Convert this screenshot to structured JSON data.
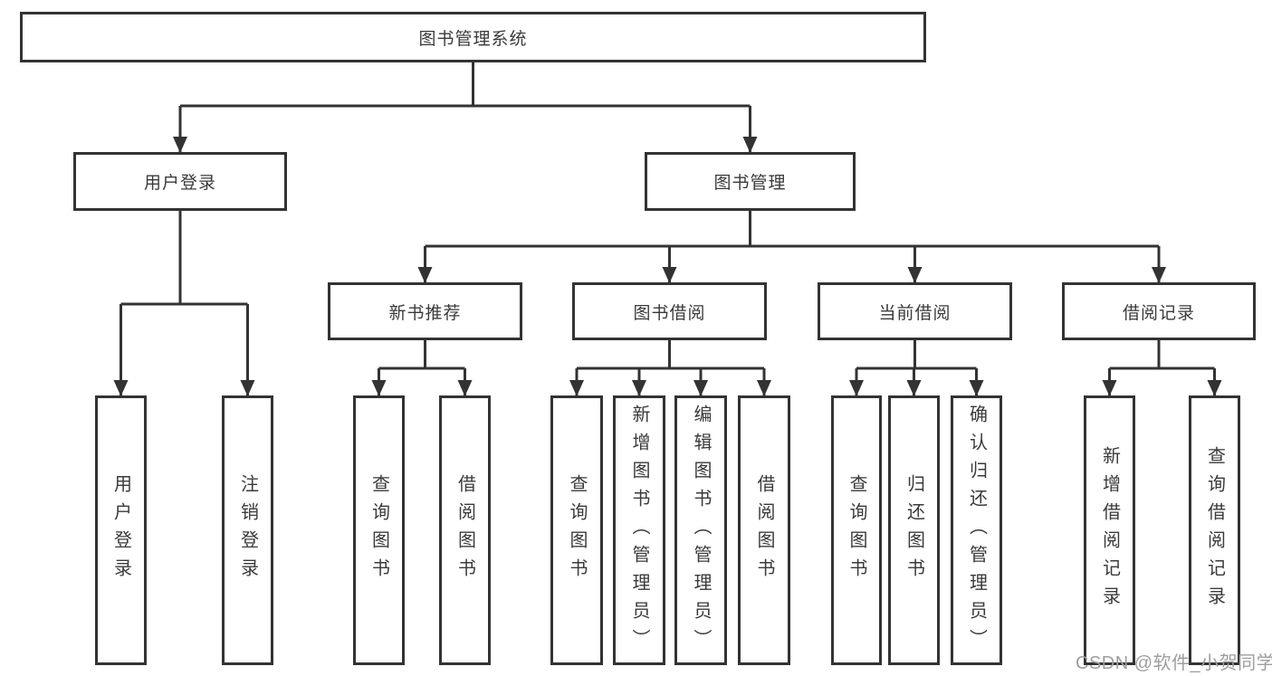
{
  "diagram": {
    "type": "hierarchy-tree",
    "watermark": "CSDN @软件_小贺同学",
    "colors": {
      "line": "#333333",
      "box_border": "#333333",
      "text": "#3a3a3a",
      "watermark": "#9e9e9e",
      "background": "#ffffff"
    },
    "tree": {
      "label": "图书管理系统",
      "children": [
        {
          "label": "用户登录",
          "children": [
            {
              "label": "用户登录"
            },
            {
              "label": "注销登录"
            }
          ]
        },
        {
          "label": "图书管理",
          "children": [
            {
              "label": "新书推荐",
              "children": [
                {
                  "label": "查询图书"
                },
                {
                  "label": "借阅图书"
                }
              ]
            },
            {
              "label": "图书借阅",
              "children": [
                {
                  "label": "查询图书"
                },
                {
                  "label": "新增图书（管理员）"
                },
                {
                  "label": "编辑图书（管理员）"
                },
                {
                  "label": "借阅图书"
                }
              ]
            },
            {
              "label": "当前借阅",
              "children": [
                {
                  "label": "查询图书"
                },
                {
                  "label": "归还图书"
                },
                {
                  "label": "确认归还（管理员）"
                }
              ]
            },
            {
              "label": "借阅记录",
              "children": [
                {
                  "label": "新增借阅记录"
                },
                {
                  "label": "查询借阅记录"
                }
              ]
            }
          ]
        }
      ]
    }
  }
}
